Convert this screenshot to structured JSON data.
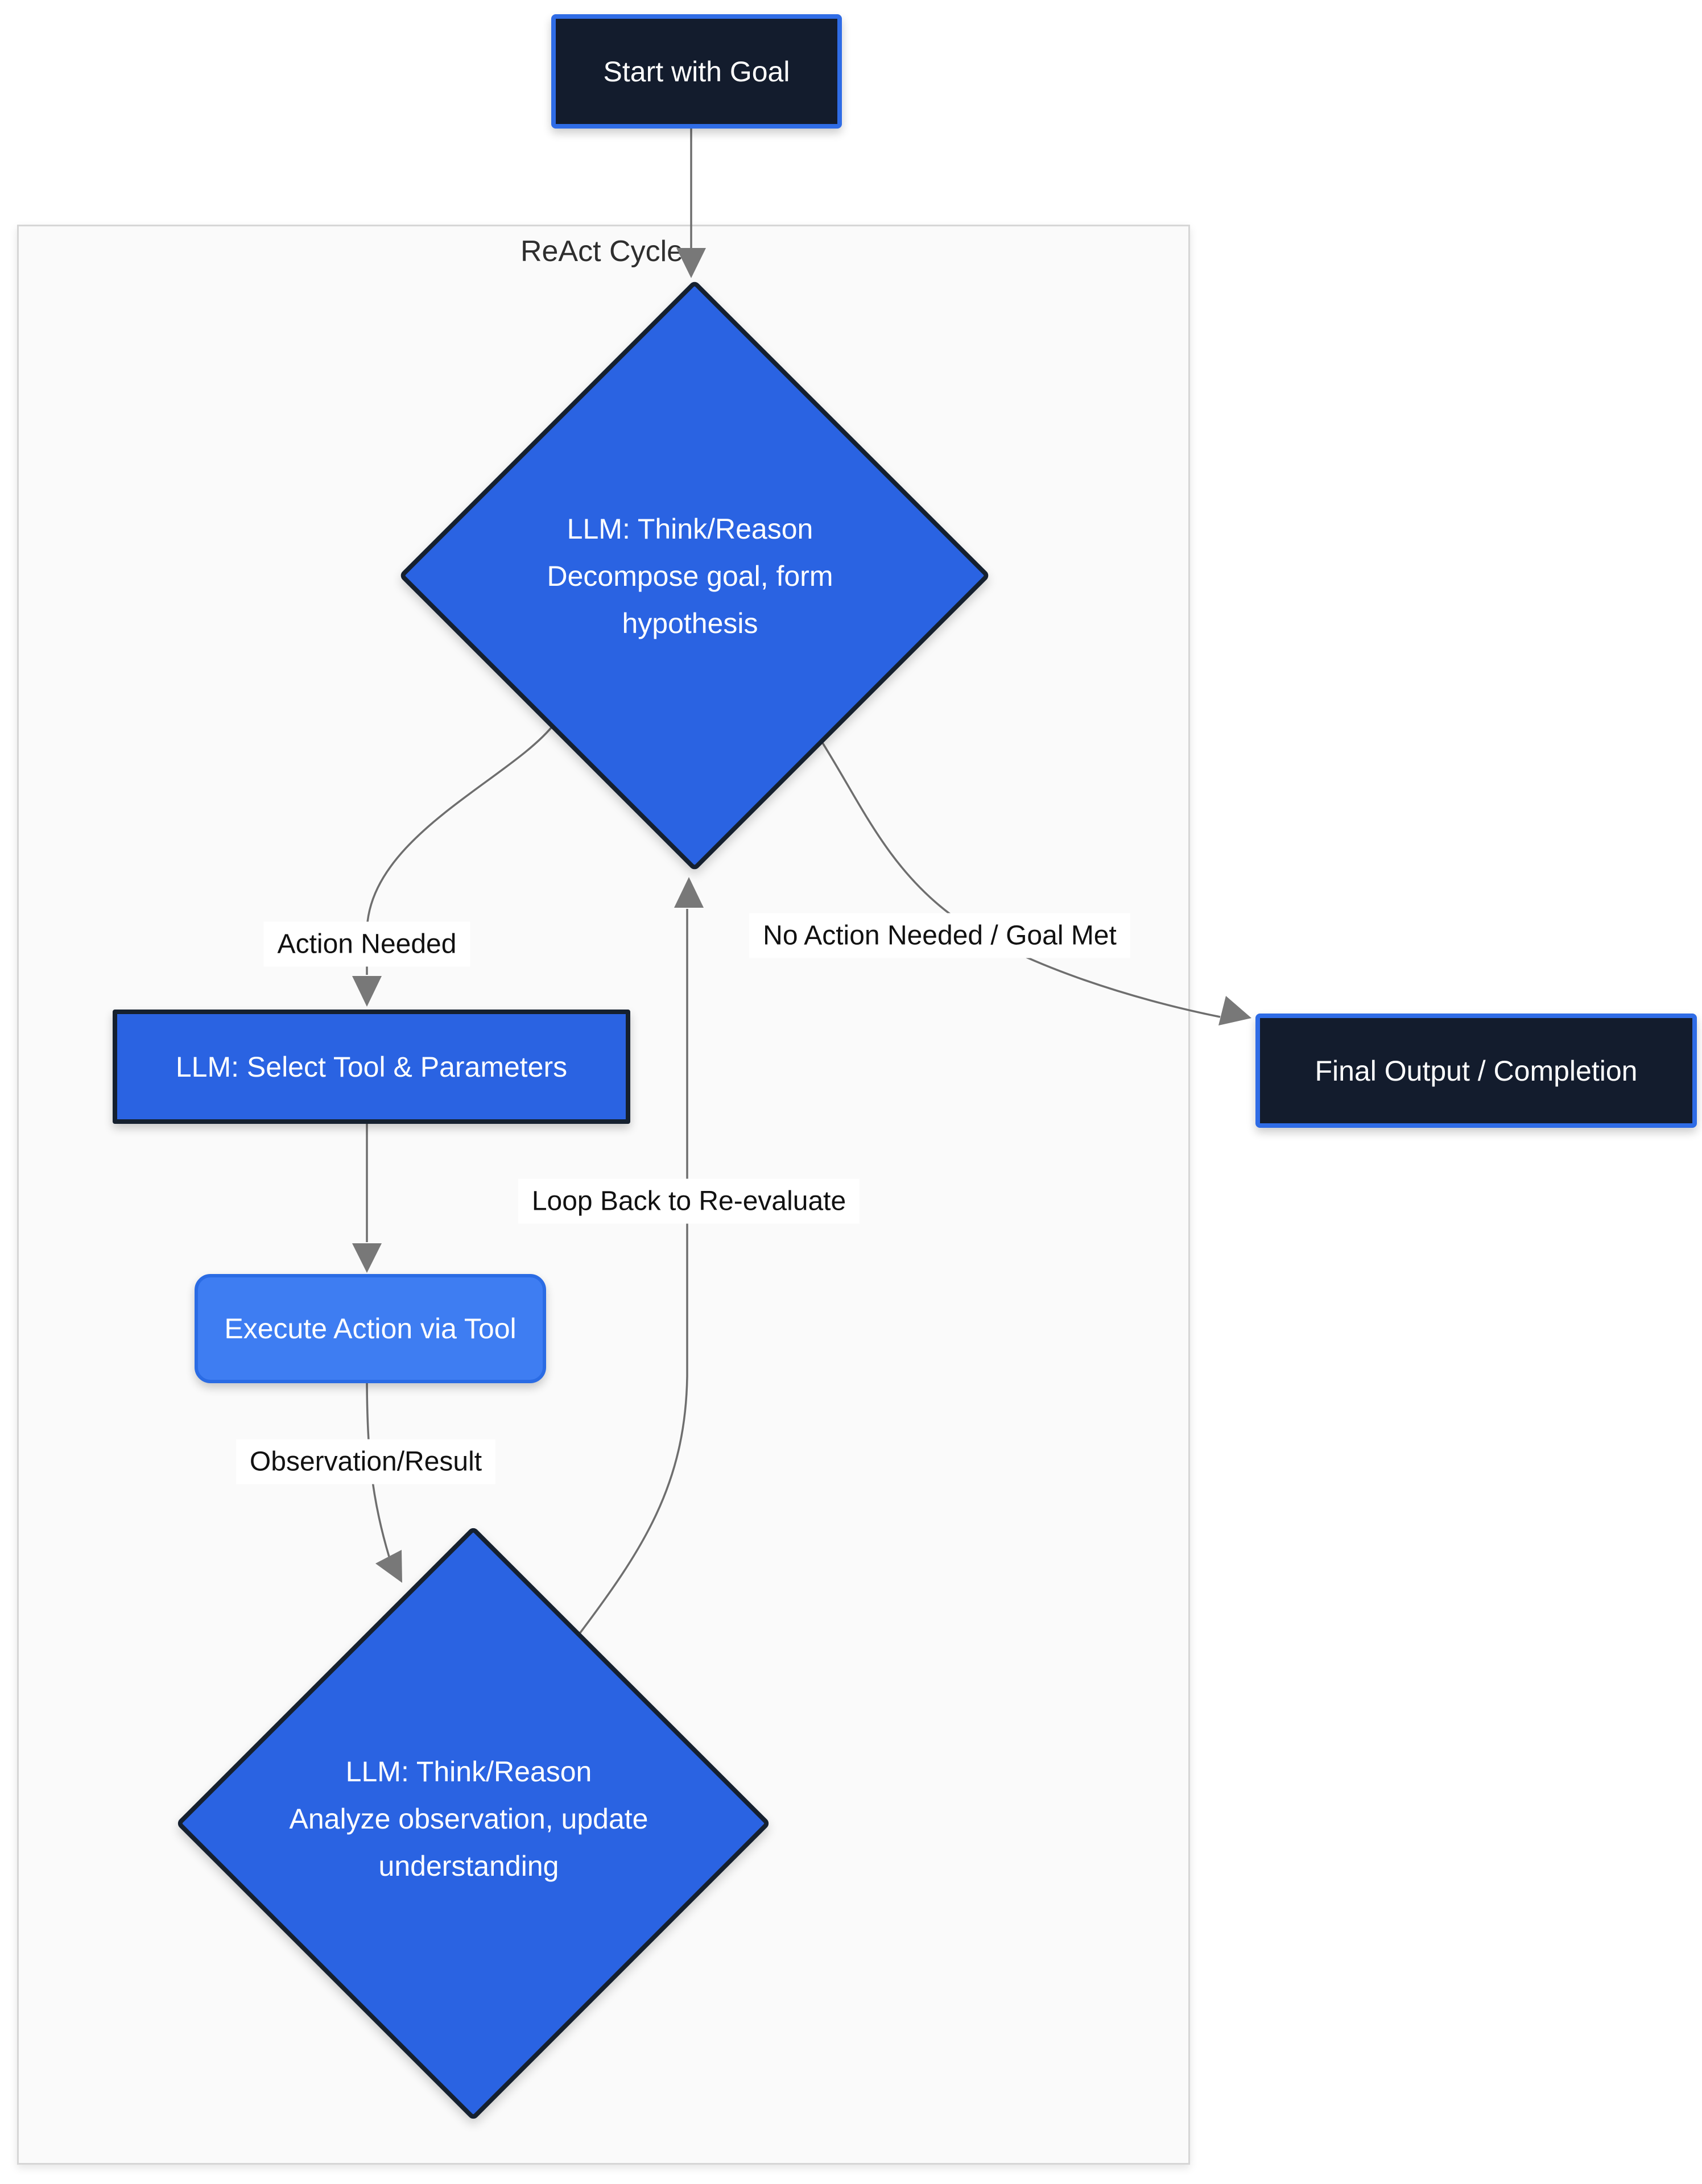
{
  "diagram": {
    "title": "ReAct Cycle",
    "nodes": {
      "start": {
        "label": "Start with Goal"
      },
      "think1": {
        "lines": [
          "LLM: Think/Reason",
          "Decompose goal, form",
          "hypothesis"
        ]
      },
      "select_tool": {
        "label": "LLM: Select Tool & Parameters"
      },
      "execute": {
        "label": "Execute Action via Tool"
      },
      "think2": {
        "lines": [
          "LLM: Think/Reason",
          "Analyze observation, update",
          "understanding"
        ]
      },
      "final": {
        "label": "Final Output / Completion"
      }
    },
    "edge_labels": {
      "action_needed": "Action Needed",
      "no_action": "No Action Needed / Goal Met",
      "loop_back": "Loop Back to Re-evaluate",
      "observation": "Observation/Result"
    },
    "colors": {
      "node_blue": "#2a63e2",
      "node_blue_border": "#15202f",
      "execute_blue": "#3e7df2",
      "execute_border": "#2a6be4",
      "terminal_fill": "#131c2d",
      "terminal_border": "#2f6ce6",
      "cluster_fill": "#fafafa",
      "cluster_border": "#d6d6d6",
      "edge": "#6e6e6e",
      "arrow": "#787878",
      "label_text": "#111111",
      "title_text": "#2e2e2e",
      "node_text": "#ffffff"
    }
  }
}
